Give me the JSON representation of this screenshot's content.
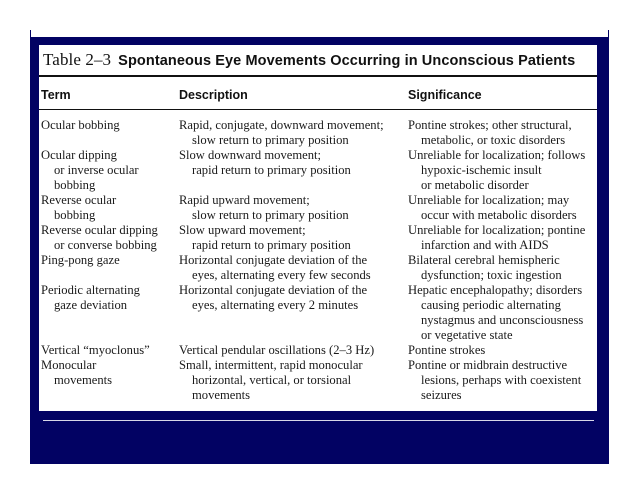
{
  "table": {
    "number": "Table 2–3",
    "caption": "Spontaneous Eye Movements Occurring in Unconscious Patients",
    "headers": {
      "term": "Term",
      "description": "Description",
      "significance": "Significance"
    },
    "rows": [
      {
        "term": [
          "Ocular bobbing"
        ],
        "description": [
          "Rapid, conjugate, downward movement;",
          "slow return to primary position"
        ],
        "significance": [
          "Pontine strokes; other structural,",
          "metabolic, or toxic disorders"
        ]
      },
      {
        "term": [
          "Ocular dipping",
          "or inverse ocular",
          "bobbing"
        ],
        "description": [
          "Slow downward movement;",
          "rapid return to primary position"
        ],
        "significance": [
          "Unreliable for localization; follows",
          "hypoxic-ischemic insult",
          "or metabolic disorder"
        ]
      },
      {
        "term": [
          "Reverse ocular",
          "bobbing"
        ],
        "description": [
          "Rapid upward movement;",
          "slow return to primary position"
        ],
        "significance": [
          "Unreliable for localization; may",
          "occur with metabolic disorders"
        ]
      },
      {
        "term": [
          "Reverse ocular dipping",
          "or converse bobbing"
        ],
        "description": [
          "Slow upward movement;",
          "rapid return to primary position"
        ],
        "significance": [
          "Unreliable for localization; pontine",
          "infarction and with AIDS"
        ]
      },
      {
        "term": [
          "Ping-pong gaze"
        ],
        "description": [
          "Horizontal conjugate deviation of the",
          "eyes, alternating every few seconds"
        ],
        "significance": [
          "Bilateral cerebral hemispheric",
          "dysfunction; toxic ingestion"
        ]
      },
      {
        "term": [
          "Periodic alternating",
          "gaze deviation"
        ],
        "description": [
          "Horizontal conjugate deviation of the",
          "eyes, alternating every 2 minutes"
        ],
        "significance": [
          "Hepatic encephalopathy; disorders",
          "causing periodic alternating",
          "nystagmus and unconsciousness",
          "or vegetative state"
        ]
      },
      {
        "term": [
          "Vertical “myoclonus”"
        ],
        "description": [
          "Vertical pendular oscillations (2–3 Hz)"
        ],
        "significance": [
          "Pontine strokes"
        ]
      },
      {
        "term": [
          "Monocular",
          "movements"
        ],
        "description": [
          "Small, intermittent, rapid monocular",
          "horizontal, vertical, or torsional",
          "movements"
        ],
        "significance": [
          "Pontine or midbrain destructive",
          "lesions, perhaps with coexistent",
          "seizures"
        ]
      }
    ]
  },
  "colors": {
    "frame": "#020263",
    "text": "#111111",
    "background": "#ffffff"
  }
}
